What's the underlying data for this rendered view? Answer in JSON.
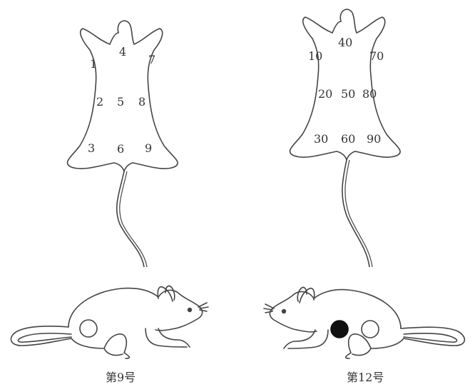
{
  "left_pelt": {
    "numbers": [
      "1",
      "2",
      "3",
      "4",
      "5",
      "6",
      "7",
      "8",
      "9"
    ]
  },
  "right_pelt": {
    "numbers": [
      "10",
      "20",
      "30",
      "40",
      "50",
      "60",
      "70",
      "80",
      "90"
    ]
  },
  "captions": {
    "left": "第9号",
    "right": "第12号"
  },
  "colors": {
    "line": "#444444",
    "dot_filled": "#111111",
    "dot_empty": "#ffffff"
  }
}
